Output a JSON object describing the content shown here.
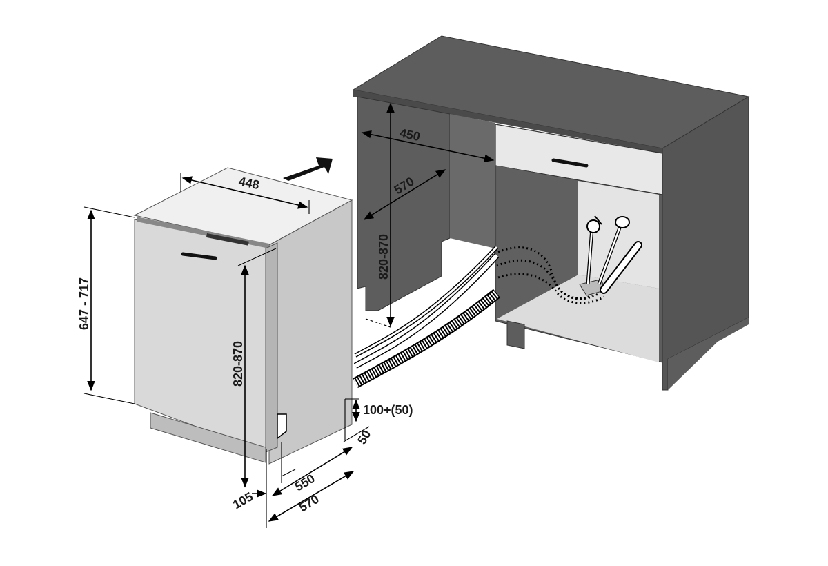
{
  "diagram": {
    "colors": {
      "cabinet": "#5d5d5d",
      "cabinet_dark": "#4a4a4a",
      "cabinet_light": "#e8e8e8",
      "niche_floor": "#dcdcdc",
      "appliance_front": "#d9d9d9",
      "appliance_side": "#c8c8c8",
      "appliance_top": "#f0f0f0",
      "plinth": "#bdbdbd",
      "hose": "#ffffff",
      "line": "#000000"
    },
    "dimensions": {
      "width_448": "448",
      "height_647_717": "647 - 717",
      "niche_height_820_870": "820-870",
      "appliance_height_820_870": "820-870",
      "niche_width_450": "450",
      "niche_depth_570": "570",
      "plinth_100_50": "100+(50)",
      "gap_50": "50",
      "depth_550": "550",
      "depth_570": "570",
      "offset_105": "105"
    }
  }
}
